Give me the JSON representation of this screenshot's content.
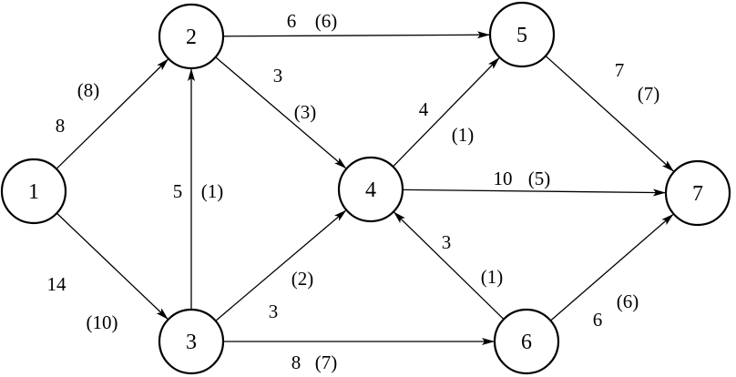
{
  "graph": {
    "nodes": [
      {
        "id": "1",
        "label": "1"
      },
      {
        "id": "2",
        "label": "2"
      },
      {
        "id": "3",
        "label": "3"
      },
      {
        "id": "4",
        "label": "4"
      },
      {
        "id": "5",
        "label": "5"
      },
      {
        "id": "6",
        "label": "6"
      },
      {
        "id": "7",
        "label": "7"
      }
    ],
    "edges": [
      {
        "from": "1",
        "to": "2",
        "capacity": "8",
        "flow": "(8)"
      },
      {
        "from": "1",
        "to": "3",
        "capacity": "14",
        "flow": "(10)"
      },
      {
        "from": "2",
        "to": "5",
        "capacity": "6",
        "flow": "(6)"
      },
      {
        "from": "2",
        "to": "4",
        "capacity": "3",
        "flow": "(3)"
      },
      {
        "from": "3",
        "to": "2",
        "capacity": "5",
        "flow": "(1)"
      },
      {
        "from": "3",
        "to": "4",
        "capacity": "3",
        "flow": "(2)"
      },
      {
        "from": "3",
        "to": "6",
        "capacity": "8",
        "flow": "(7)"
      },
      {
        "from": "4",
        "to": "5",
        "capacity": "4",
        "flow": "(1)"
      },
      {
        "from": "4",
        "to": "7",
        "capacity": "10",
        "flow": "(5)"
      },
      {
        "from": "6",
        "to": "4",
        "capacity": "3",
        "flow": "(1)"
      },
      {
        "from": "5",
        "to": "7",
        "capacity": "7",
        "flow": "(7)"
      },
      {
        "from": "6",
        "to": "7",
        "capacity": "6",
        "flow": "(6)"
      }
    ]
  }
}
